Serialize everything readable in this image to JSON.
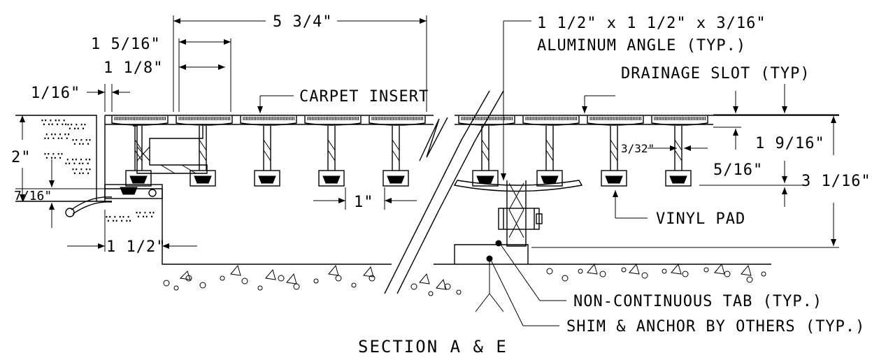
{
  "dimensions": {
    "overall_width": "5 3/4\"",
    "width_a": "1 5/16\"",
    "width_b": "1 1/8\"",
    "gap": "1/16\"",
    "height_left": "2\"",
    "lip": "7/16\"",
    "embed": "1 1/2\"",
    "spacing": "1\"",
    "thickness": "3/32\"",
    "depth_a": "1 9/16\"",
    "depth_b": "5/16\"",
    "overall_height": "3 1/16\""
  },
  "callouts": {
    "angle_line1": "1 1/2\" x 1 1/2\" x 3/16\"",
    "angle_line2": "ALUMINUM ANGLE (TYP.)",
    "carpet": "CARPET INSERT",
    "drainage": "DRAINAGE SLOT (TYP)",
    "vinyl": "VINYL PAD",
    "tab": "NON-CONTINUOUS TAB (TYP.)",
    "shim": "SHIM & ANCHOR BY OTHERS (TYP.)"
  },
  "title": "SECTION A & E"
}
